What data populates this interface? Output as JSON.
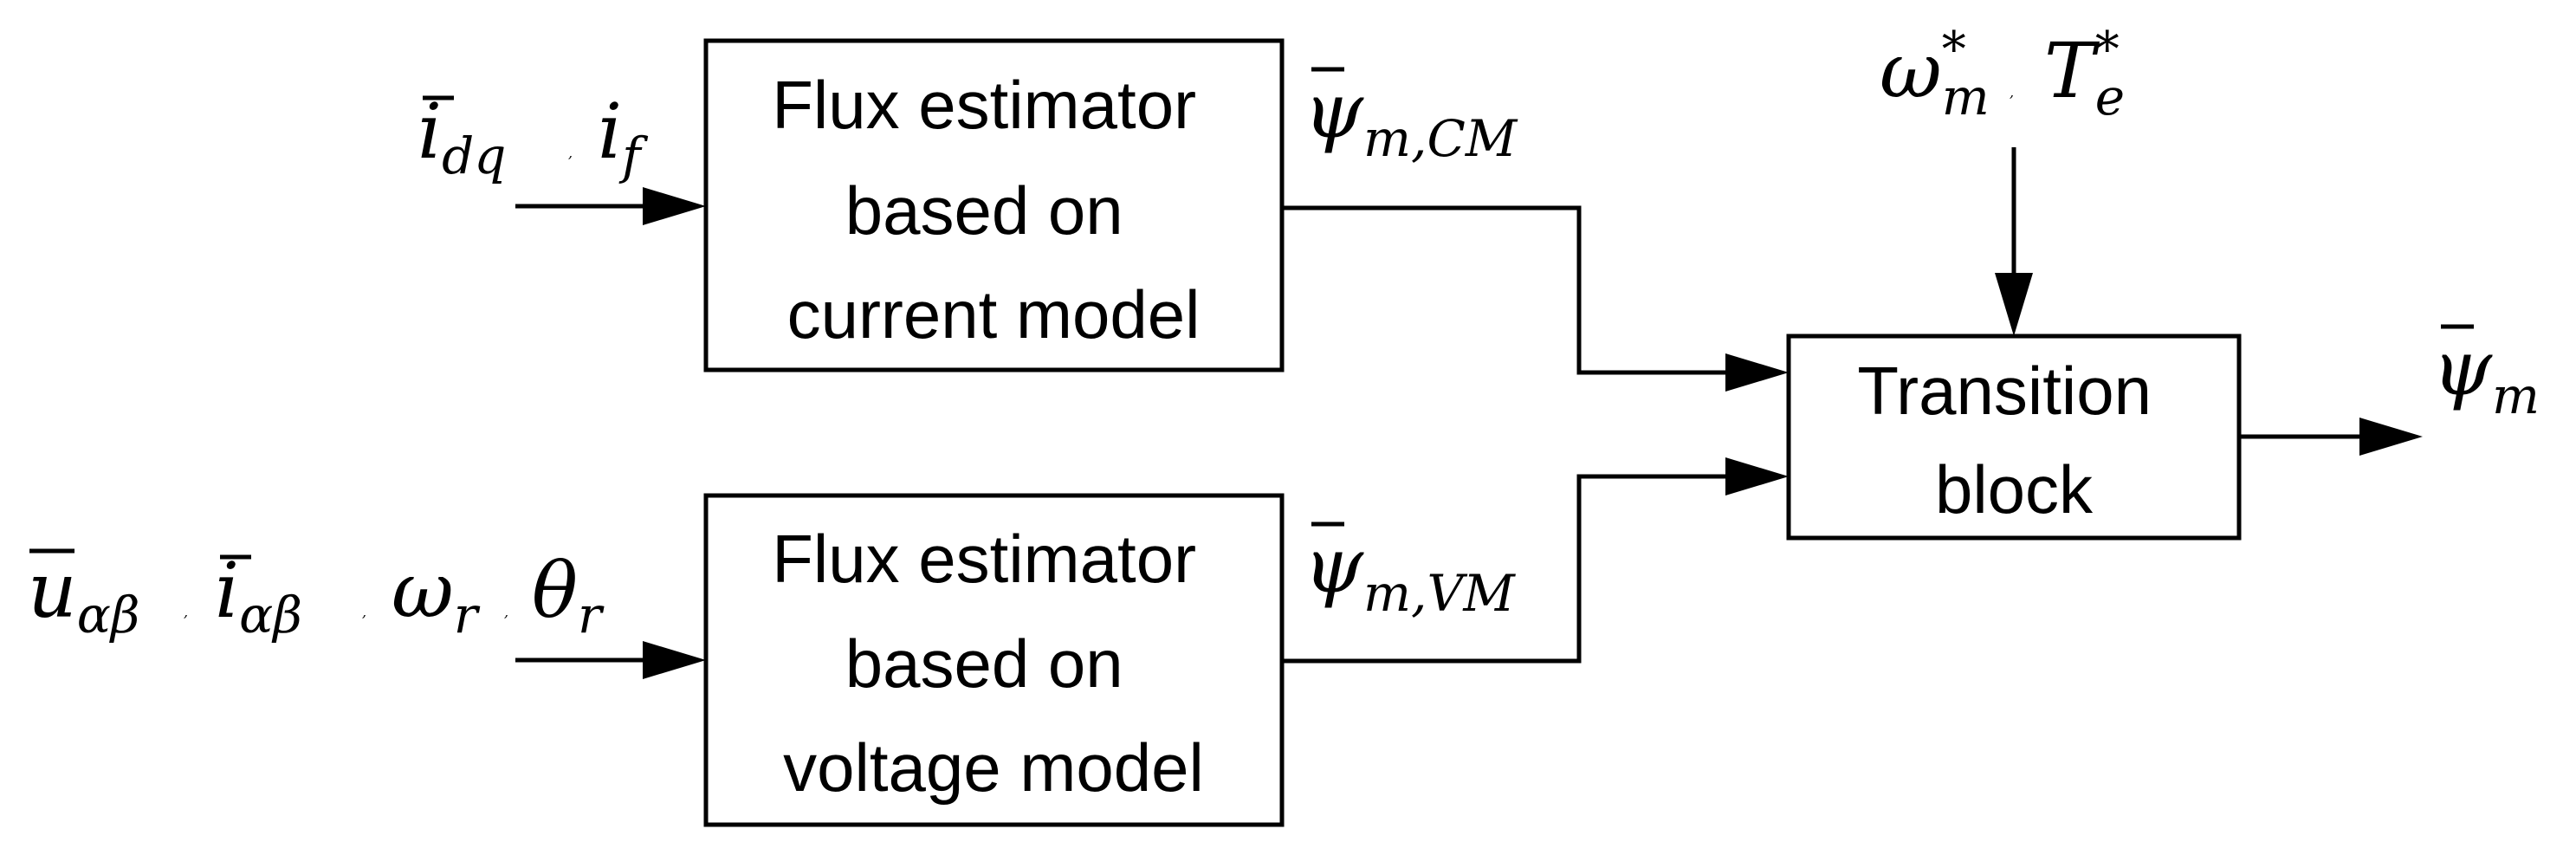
{
  "blocks": {
    "cm_estimator": {
      "lines": [
        "Flux estimator",
        "based on",
        "current model"
      ]
    },
    "vm_estimator": {
      "lines": [
        "Flux estimator",
        "based on",
        "voltage model"
      ]
    },
    "transition": {
      "lines": [
        "Transition",
        "block"
      ]
    }
  },
  "signals": {
    "cm_input": {
      "terms": [
        {
          "base": "i",
          "sub": "dq",
          "bar": "vector"
        },
        {
          "base": "i",
          "sub": "f"
        }
      ]
    },
    "vm_input": {
      "terms": [
        {
          "base": "u",
          "sub": "αβ",
          "bar": "overline"
        },
        {
          "base": "i",
          "sub": "αβ",
          "bar": "vector"
        },
        {
          "base": "ω",
          "sub": "r"
        },
        {
          "base": "θ",
          "sub": "r"
        }
      ]
    },
    "cm_output": {
      "base": "ψ",
      "sub": "m,CM",
      "bar": "overline"
    },
    "vm_output": {
      "base": "ψ",
      "sub": "m,VM",
      "bar": "overline"
    },
    "reference_input": {
      "terms": [
        {
          "base": "ω",
          "sub": "m",
          "sup": "*"
        },
        {
          "base": "T",
          "sub": "e",
          "sup": "*"
        }
      ]
    },
    "final_output": {
      "base": "ψ",
      "sub": "m",
      "bar": "overline"
    }
  },
  "separator": ","
}
